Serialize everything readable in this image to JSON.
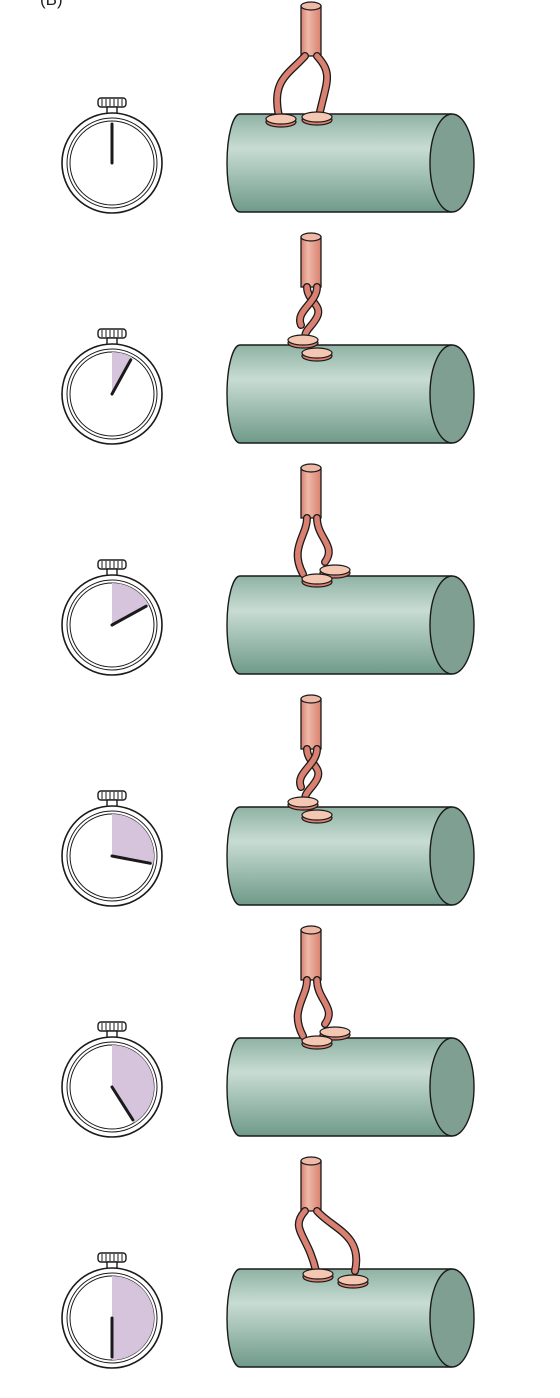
{
  "figure": {
    "panel_label": "(B)"
  },
  "colors": {
    "cylinder_light": "#c8dcd4",
    "cylinder_mid": "#8fb2a4",
    "cylinder_dark": "#6f9a8a",
    "cylinder_end": "#7e9f92",
    "outline": "#1a1a1a",
    "protein_body": "#d98070",
    "protein_light": "#efb9a8",
    "foot_fill": "#f4c7b2",
    "elapsed_fill": "#d6c3dc",
    "hand": "#1a1a1a"
  },
  "stages": [
    {
      "elapsed_fraction": 0.0,
      "foot_state": "both-bound-apart"
    },
    {
      "elapsed_fraction": 0.08,
      "foot_state": "twisted-left"
    },
    {
      "elapsed_fraction": 0.17,
      "foot_state": "twisted-right"
    },
    {
      "elapsed_fraction": 0.28,
      "foot_state": "twisted-left"
    },
    {
      "elapsed_fraction": 0.41,
      "foot_state": "twisted-right"
    },
    {
      "elapsed_fraction": 0.5,
      "foot_state": "both-bound-apart"
    }
  ]
}
